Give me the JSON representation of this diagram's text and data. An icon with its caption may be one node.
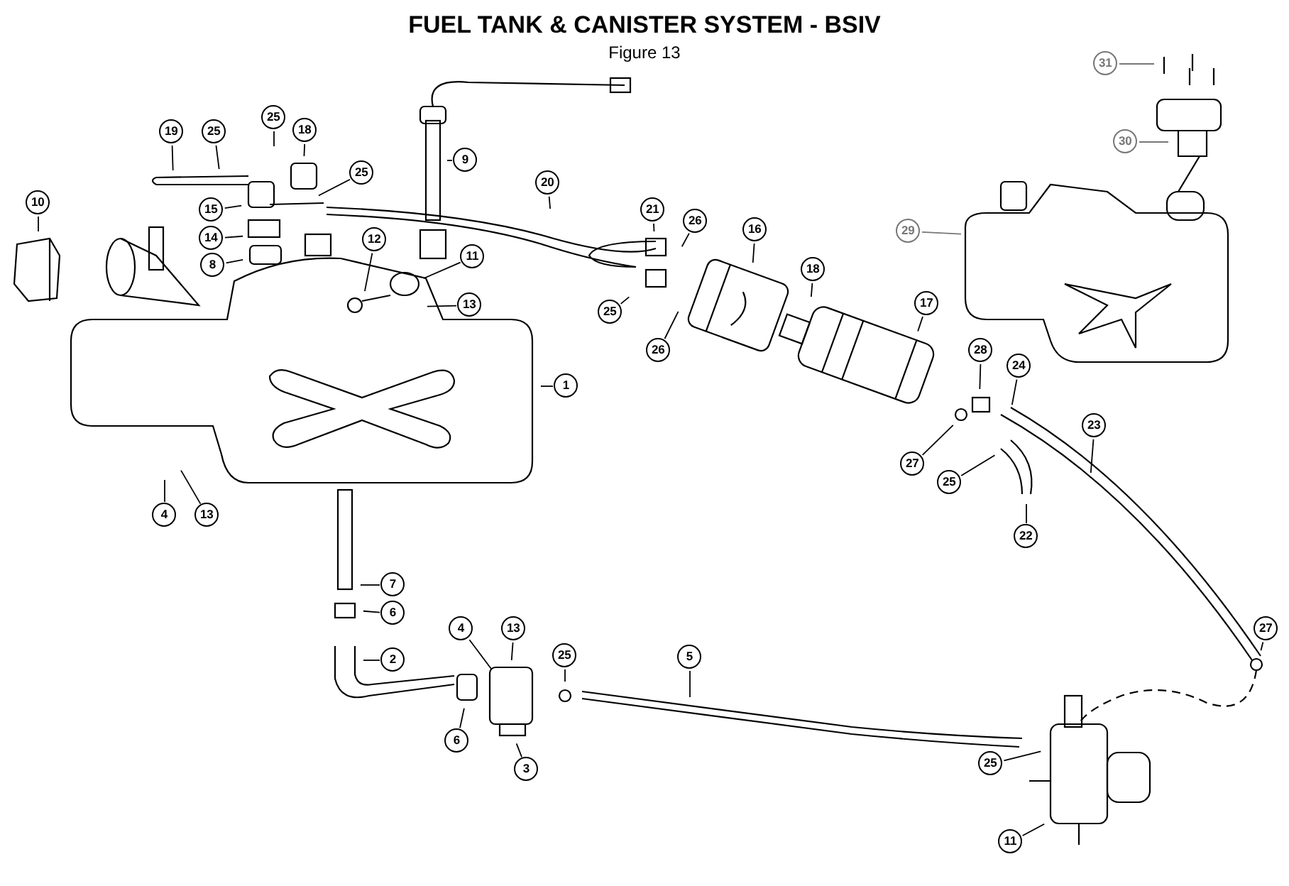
{
  "diagram": {
    "title": "FUEL TANK & CANISTER SYSTEM -  BSIV",
    "nodes": [
      {
        "text": [
          "19"
        ]
      },
      {
        "text": [
          "25"
        ]
      },
      {
        "text": [
          "25"
        ]
      },
      {
        "text": [
          "18"
        ]
      },
      {
        "text": [
          "25"
        ]
      },
      {
        "text": [
          "9"
        ]
      },
      {
        "text": [
          "20"
        ]
      },
      {
        "text": [
          "10"
        ]
      },
      {
        "text": [
          "15"
        ]
      },
      {
        "text": [
          "12"
        ]
      },
      {
        "text": [
          "14"
        ]
      },
      {
        "text": [
          "11"
        ]
      },
      {
        "text": [
          "8"
        ]
      },
      {
        "text": [
          "13"
        ]
      },
      {
        "text": [
          "21"
        ]
      },
      {
        "text": [
          "26"
        ]
      },
      {
        "text": [
          "16"
        ]
      },
      {
        "text": [
          "18"
        ]
      },
      {
        "text": [
          "29"
        ]
      },
      {
        "text": [
          "30"
        ]
      },
      {
        "text": [
          "31"
        ]
      },
      {
        "text": [
          "17"
        ]
      },
      {
        "text": [
          "25"
        ]
      },
      {
        "text": [
          "26"
        ]
      },
      {
        "text": [
          "28"
        ]
      },
      {
        "text": [
          "24"
        ]
      },
      {
        "text": [
          "23"
        ]
      },
      {
        "text": [
          "27"
        ]
      },
      {
        "text": [
          "25"
        ]
      },
      {
        "text": [
          "22"
        ]
      },
      {
        "text": [
          "1"
        ]
      },
      {
        "text": [
          "4"
        ]
      },
      {
        "text": [
          "13"
        ]
      },
      {
        "text": [
          "7"
        ]
      },
      {
        "text": [
          "6"
        ]
      },
      {
        "text": [
          "2"
        ]
      },
      {
        "text": [
          "4"
        ]
      },
      {
        "text": [
          "13"
        ]
      },
      {
        "text": [
          "25"
        ]
      },
      {
        "text": [
          "5"
        ]
      },
      {
        "text": [
          "6"
        ]
      },
      {
        "text": [
          "3"
        ]
      },
      {
        "text": [
          "27"
        ]
      },
      {
        "text": [
          "25"
        ]
      },
      {
        "text": [
          "11"
        ]
      }
    ],
    "edges": [
      {
        "from": 0,
        "to": null,
        "arrow": "none"
      },
      {
        "from": 1,
        "to": null,
        "arrow": "none"
      },
      {
        "from": 2,
        "to": null,
        "arrow": "none"
      },
      {
        "from": 3,
        "to": null,
        "arrow": "none"
      },
      {
        "from": 4,
        "to": null,
        "arrow": "none"
      },
      {
        "from": 5,
        "to": null,
        "arrow": "none"
      },
      {
        "from": 6,
        "to": null,
        "arrow": "none"
      },
      {
        "from": 7,
        "to": null,
        "arrow": "none"
      },
      {
        "from": 8,
        "to": null,
        "arrow": "none"
      },
      {
        "from": 9,
        "to": null,
        "arrow": "none"
      },
      {
        "from": 10,
        "to": null,
        "arrow": "none"
      },
      {
        "from": 11,
        "to": null,
        "arrow": "none"
      },
      {
        "from": 12,
        "to": null,
        "arrow": "none"
      },
      {
        "from": 13,
        "to": null,
        "arrow": "none"
      },
      {
        "from": 14,
        "to": null,
        "arrow": "none"
      },
      {
        "from": 15,
        "to": null,
        "arrow": "none"
      },
      {
        "from": 16,
        "to": null,
        "arrow": "none"
      },
      {
        "from": 17,
        "to": null,
        "arrow": "none"
      },
      {
        "from": 18,
        "to": null,
        "arrow": "none",
        "color": "#777777"
      },
      {
        "from": 19,
        "to": null,
        "arrow": "none",
        "color": "#777777"
      },
      {
        "from": 20,
        "to": null,
        "arrow": "none",
        "color": "#777777"
      },
      {
        "from": 21,
        "to": null,
        "arrow": "none"
      },
      {
        "from": 22,
        "to": null,
        "arrow": "none"
      },
      {
        "from": 23,
        "to": null,
        "arrow": "none"
      },
      {
        "from": 24,
        "to": null,
        "arrow": "none"
      },
      {
        "from": 25,
        "to": null,
        "arrow": "none"
      },
      {
        "from": 26,
        "to": null,
        "arrow": "none"
      },
      {
        "from": 27,
        "to": null,
        "arrow": "none"
      },
      {
        "from": 28,
        "to": null,
        "arrow": "none"
      },
      {
        "from": 29,
        "to": null,
        "arrow": "none"
      },
      {
        "from": 30,
        "to": null,
        "arrow": "none"
      },
      {
        "from": 31,
        "to": null,
        "arrow": "none"
      },
      {
        "from": 32,
        "to": null,
        "arrow": "none"
      },
      {
        "from": 33,
        "to": null,
        "arrow": "none"
      },
      {
        "from": 34,
        "to": null,
        "arrow": "none"
      },
      {
        "from": 35,
        "to": null,
        "arrow": "none"
      },
      {
        "from": 36,
        "to": null,
        "arrow": "none"
      },
      {
        "from": 37,
        "to": null,
        "arrow": "none"
      },
      {
        "from": 38,
        "to": null,
        "arrow": "none"
      },
      {
        "from": 39,
        "to": null,
        "arrow": "none"
      },
      {
        "from": 40,
        "to": null,
        "arrow": "none"
      },
      {
        "from": 41,
        "to": null,
        "arrow": "none"
      },
      {
        "from": 42,
        "to": null,
        "arrow": "none"
      },
      {
        "from": 43,
        "to": null,
        "arrow": "none"
      },
      {
        "from": 44,
        "to": null,
        "arrow": "none"
      }
    ],
    "labels": [
      "Figure 13"
    ]
  }
}
